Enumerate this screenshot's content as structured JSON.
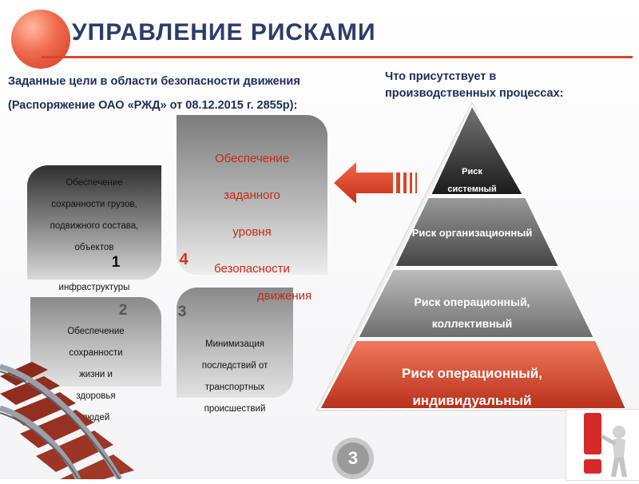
{
  "title": "УПРАВЛЕНИЕ РИСКАМИ",
  "subtitle": {
    "line1": "Заданные цели  в области безопасности движения",
    "line2": "(Распоряжение ОАО «РЖД» от 08.12.2015 г. 2855р):"
  },
  "right_heading": {
    "line1": "Что присутствует в",
    "line2": "производственных процессах:"
  },
  "goals": {
    "box1": {
      "lines": [
        "Обеспечение",
        "сохранности грузов,",
        "подвижного состава,",
        "объектов",
        "инфраструктуры"
      ],
      "number": "1"
    },
    "box2": {
      "lines": [
        "Обеспечение",
        "сохранности",
        "жизни и",
        "здоровья",
        "людей"
      ],
      "number": "2"
    },
    "box3": {
      "lines": [
        "Минимизация",
        "последствий от",
        "транспортных",
        "происшествий"
      ],
      "number": "3"
    },
    "box4": {
      "lines": [
        "Обеспечение",
        "заданного",
        "уровня",
        "безопасности",
        "движения"
      ],
      "number": "4"
    }
  },
  "pyramid": {
    "levels": [
      {
        "line1": "Риск",
        "line2": "системный",
        "color": "#3a3a3a"
      },
      {
        "line1": "Риск организационный",
        "line2": "",
        "color": "#6a6a6a"
      },
      {
        "line1": "Риск операционный,",
        "line2": "коллективный",
        "color": "#8c8c8c"
      },
      {
        "line1": "Риск операционный,",
        "line2": "индивидуальный",
        "color": "#e0442a"
      }
    ]
  },
  "page_number": "3",
  "colors": {
    "title": "#2b3d6c",
    "accent_red": "#d8452b",
    "text_dark": "#1f2c59"
  },
  "icons": [
    "arrow-left-icon",
    "rails-image",
    "person-exclamation-icon"
  ]
}
